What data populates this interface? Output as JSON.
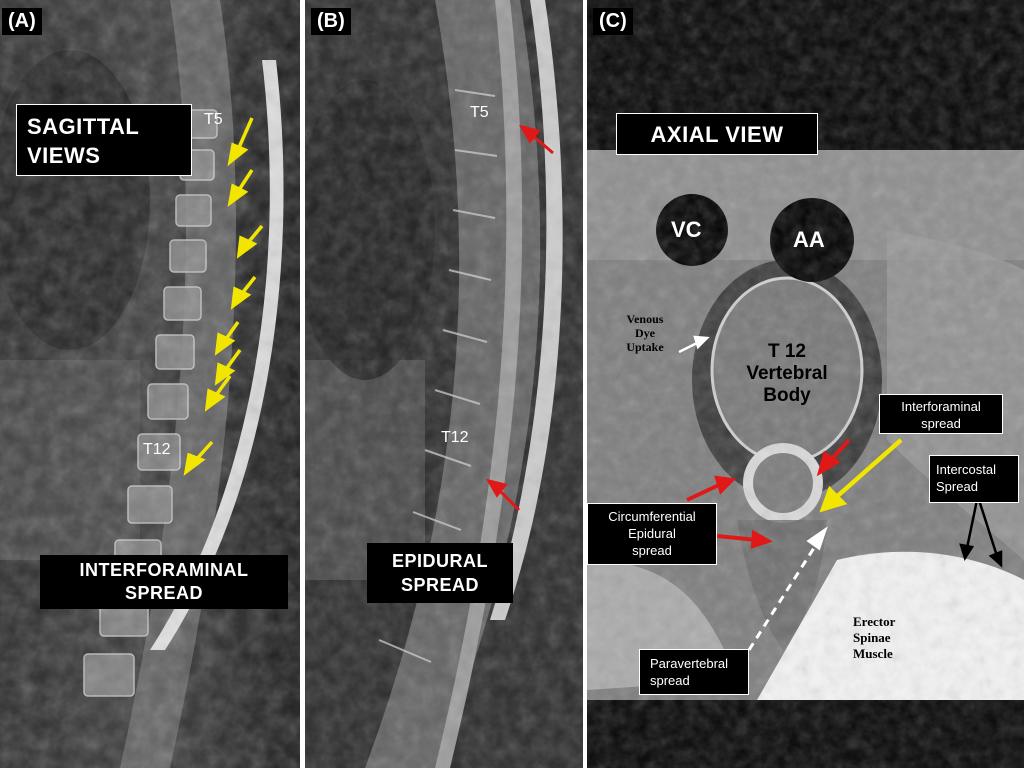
{
  "panels": {
    "a": {
      "tag": "(A)",
      "title_line1": "SAGITTAL",
      "title_line2": "VIEWS",
      "level_top": "T5",
      "level_bottom": "T12",
      "caption_line1": "INTERFORAMINAL",
      "caption_line2": "SPREAD"
    },
    "b": {
      "tag": "(B)",
      "level_top": "T5",
      "level_bottom": "T12",
      "caption_line1": "EPIDURAL",
      "caption_line2": "SPREAD"
    },
    "c": {
      "tag": "(C)",
      "title": "AXIAL VIEW",
      "vc": "VC",
      "aa": "AA",
      "body_line1": "T 12",
      "body_line2": "Vertebral",
      "body_line3": "Body",
      "venous_line1": "Venous",
      "venous_line2": "Dye",
      "venous_line3": "Uptake",
      "interforaminal_line1": "Interforaminal",
      "interforaminal_line2": "spread",
      "intercostal_line1": "Intercostal",
      "intercostal_line2": "Spread",
      "circ_line1": "Circumferential",
      "circ_line2": "Epidural",
      "circ_line3": "spread",
      "paravertebral_line1": "Paravertebral",
      "paravertebral_line2": "spread",
      "erector_line1": "Erector",
      "erector_line2": "Spinae",
      "erector_line3": "Muscle"
    }
  },
  "colors": {
    "yellow_arrow": "#f2e600",
    "red_arrow": "#e01818",
    "white_arrow": "#ffffff"
  }
}
